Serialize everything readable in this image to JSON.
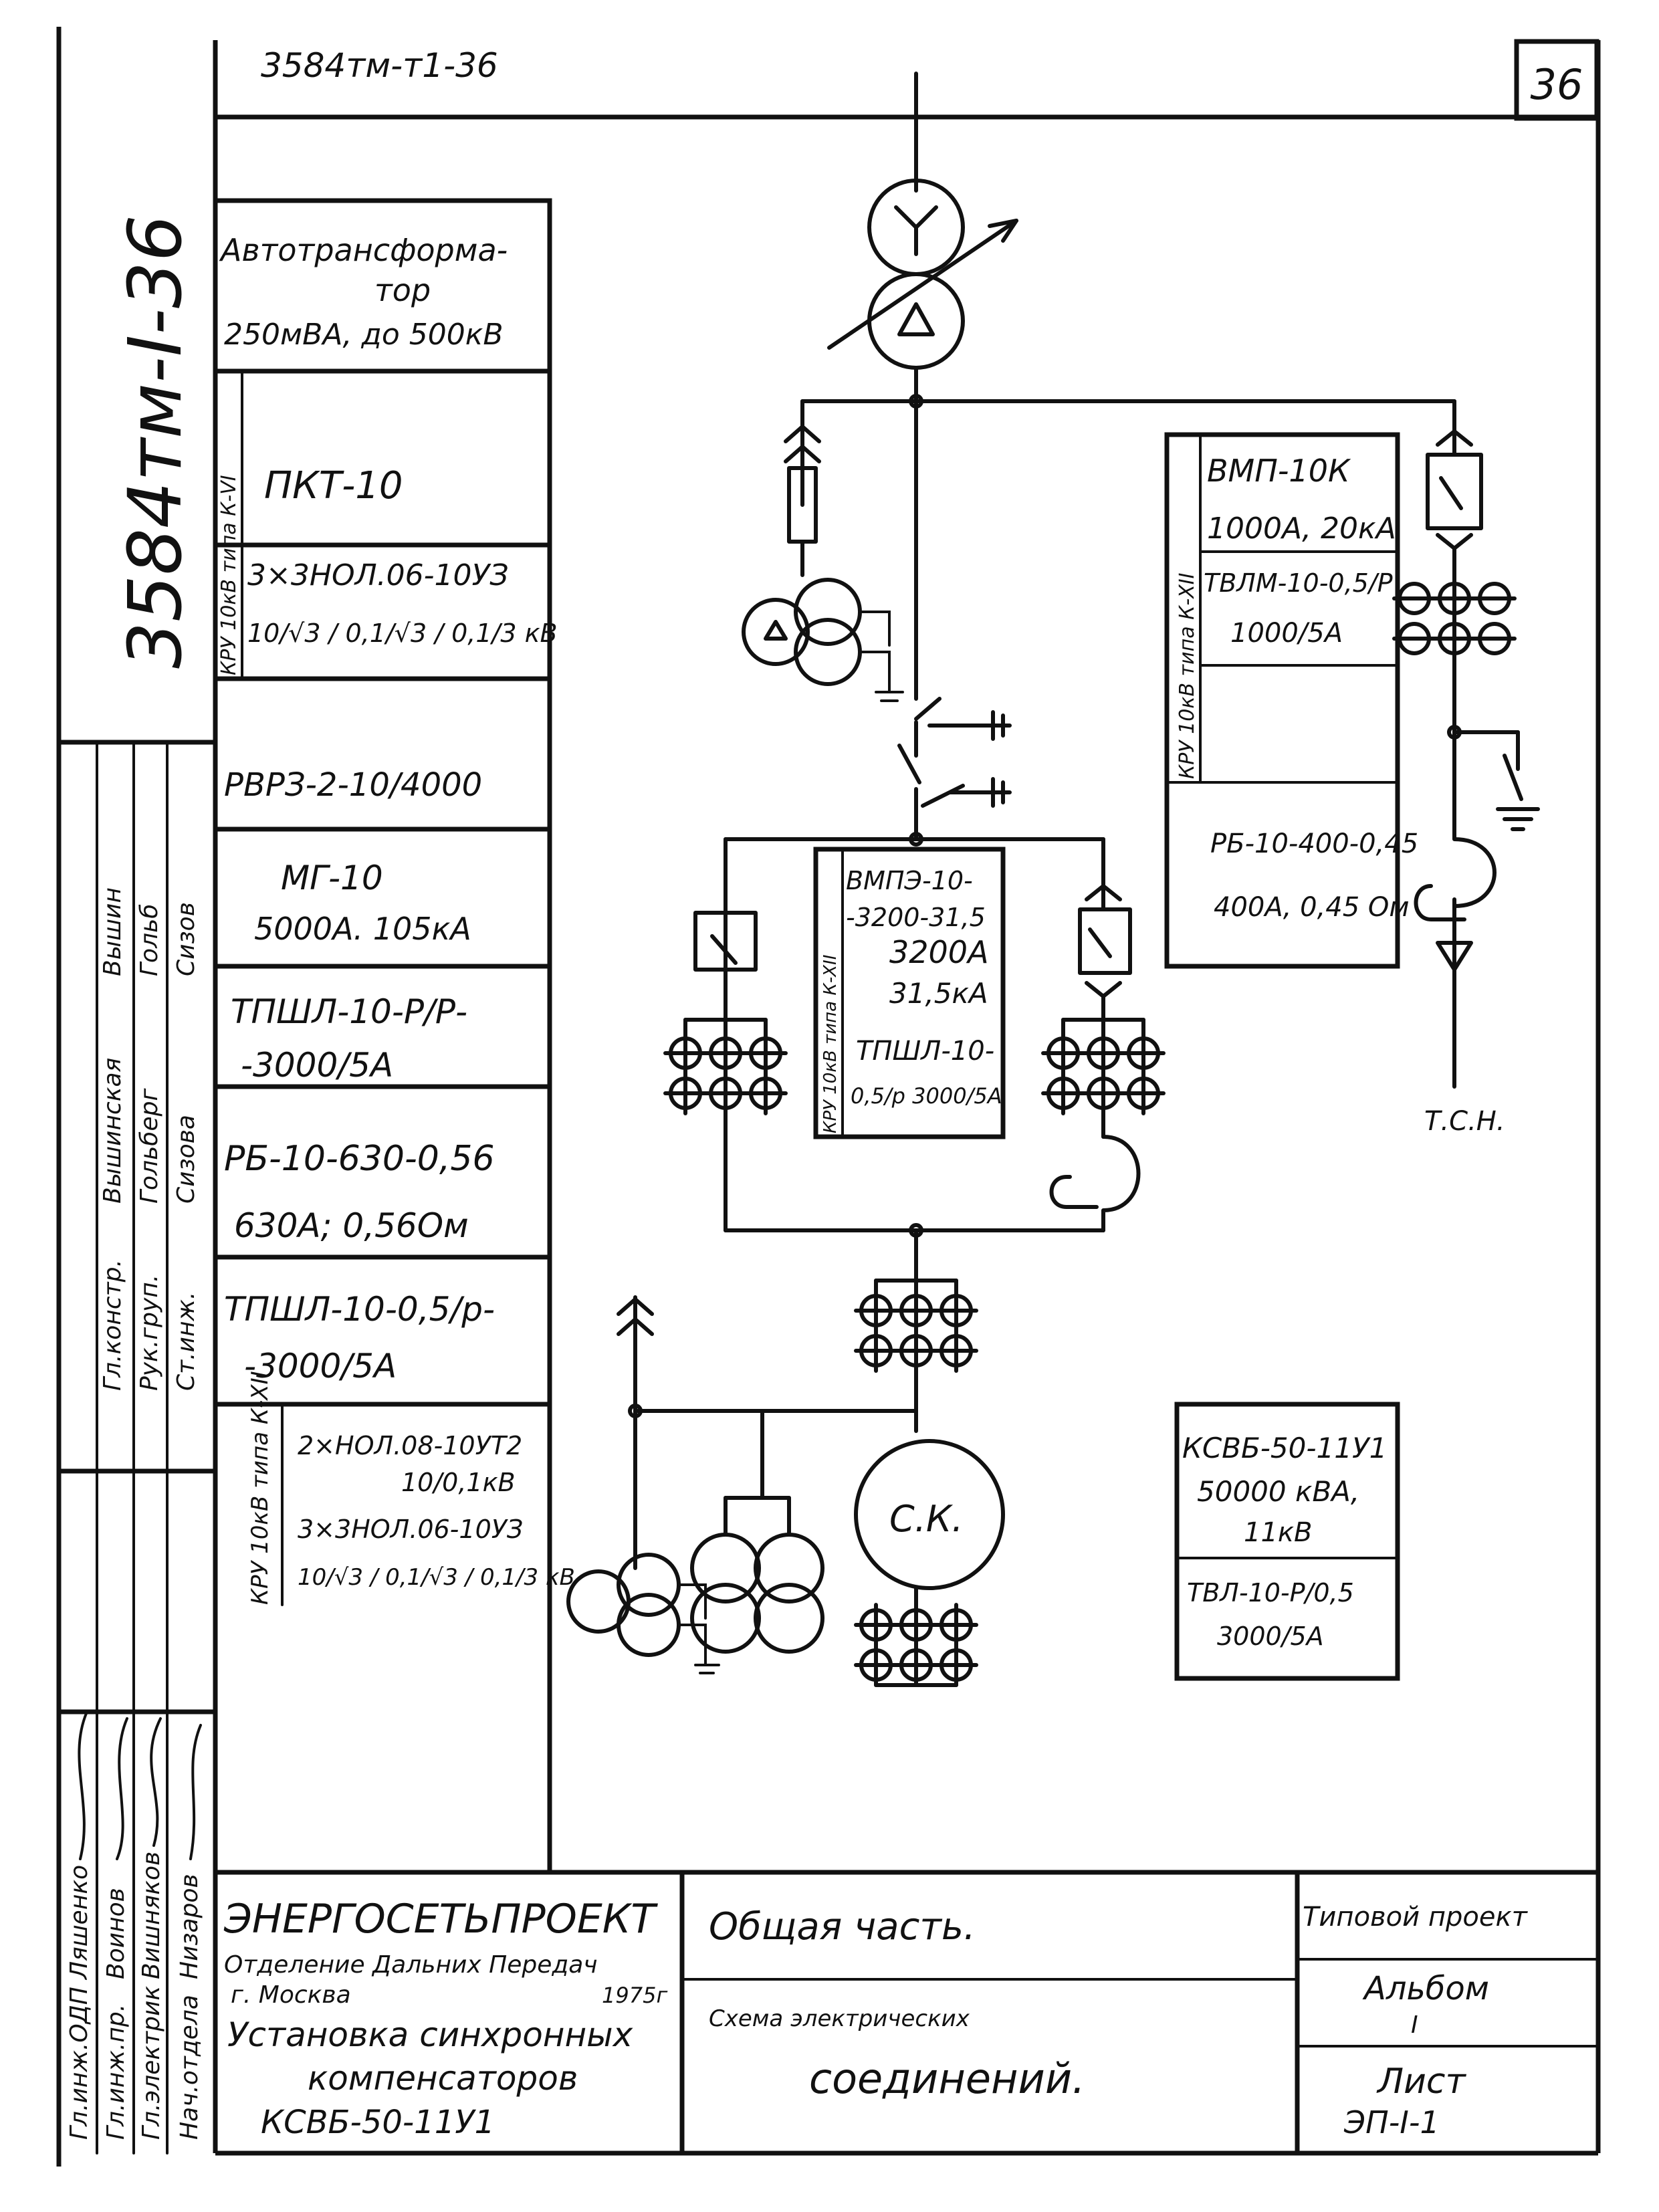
{
  "sheet": {
    "top_code": "3584тм-т1-36",
    "side_code": "3584тм-I-36",
    "page_number": "36"
  },
  "spec": {
    "autotransformer": [
      "Автотрансформа-",
      "тор",
      "250мВА, до 500кВ"
    ],
    "kru_top_label": "КРУ 10кВ типа К-VI",
    "pkt": "ПКТ-10",
    "znol": [
      "3×3НОЛ.06-10УЗ",
      "10/√3 / 0,1/√3 / 0,1/3 кВ"
    ],
    "rvrz": "РВРЗ-2-10/4000",
    "mg": [
      "МГ-10",
      "5000А. 105кА"
    ],
    "tpshl1": [
      "ТПШЛ-10-Р/Р-",
      "-3000/5А"
    ],
    "rb630": [
      "РБ-10-630-0,56",
      "630А; 0,56Ом"
    ],
    "tpshl2": [
      "ТПШЛ-10-0,5/р-",
      "-3000/5А"
    ],
    "kru_bottom_label": "КРУ 10кВ типа К-XII",
    "bottom_cell": [
      "2×НОЛ.08-10УТ2",
      "10/0,1кВ",
      "3×3НОЛ.06-10УЗ",
      "10/√3 / 0,1/√3 / 0,1/3 кВ"
    ]
  },
  "diagram": {
    "vmp_box": [
      "ВМП-10К",
      "1000А, 20кА",
      "ТВЛМ-10-0,5/Р",
      "1000/5А",
      "РБ-10-400-0,45",
      "400А, 0,45 Ом"
    ],
    "vmp_side": "КРУ 10кВ типа К-XII",
    "vmpe_box": [
      "ВМПЭ-10-",
      "-3200-31,5",
      "3200А",
      "31,5кА",
      "ТПШЛ-10-",
      "0,5/р 3000/5А"
    ],
    "vmpe_side": "КРУ 10кВ типа К-XII",
    "tsn": "Т.С.Н.",
    "compensator": "С.К.",
    "ksvb_box": [
      "КСВБ-50-11У1",
      "50000 кВА,",
      "11кВ",
      "ТВЛ-10-Р/0,5",
      "3000/5А"
    ]
  },
  "signatures": {
    "upper_rows": [
      {
        "role": "Гл.констр.",
        "name": "Вышинская",
        "sign": "Вышин"
      },
      {
        "role": "Рук.груп.",
        "name": "Гольберг",
        "sign": "Гольб"
      },
      {
        "role": "Ст.инж.",
        "name": "Сизова",
        "sign": "Сизов"
      }
    ],
    "lower_rows": [
      {
        "role": "Гл.инж.ОДП",
        "name": "Ляшенко"
      },
      {
        "role": "Гл.инж.пр.",
        "name": "Воинов"
      },
      {
        "role": "Гл.электрик",
        "name": "Вишняков"
      },
      {
        "role": "Нач.отдела",
        "name": "Низаров"
      }
    ]
  },
  "title_block": {
    "org": "ЭНЕРГОСЕТЬПРОЕКТ",
    "dept": "Отделение Дальних Передач",
    "city": "г. Москва",
    "year": "1975г",
    "project": [
      "Установка синхронных",
      "компенсаторов",
      "КСВБ-50-11У1"
    ],
    "part": "Общая часть.",
    "scheme_small": "Схема электрических",
    "scheme_big": "соединений.",
    "type_project": "Типовой проект",
    "album_label": "Альбом",
    "album_num": "I",
    "sheet_label": "Лист",
    "sheet_num": "ЭП-I-1"
  }
}
